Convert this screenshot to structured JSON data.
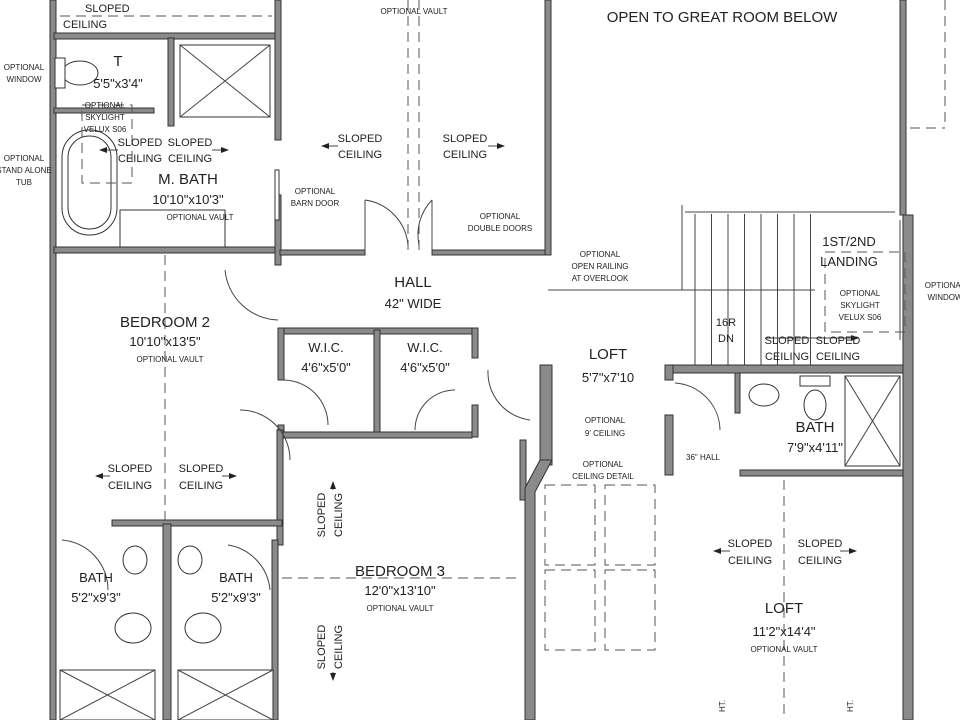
{
  "plan": {
    "open_to_great_room": "OPEN TO GREAT ROOM BELOW",
    "top_left_sloped": "SLOPED",
    "top_left_ceiling": "CEILING",
    "top_vault": "OPTIONAL  VAULT",
    "optional_window_left": [
      "OPTIONAL",
      "WINDOW"
    ],
    "optional_tub": [
      "OPTIONAL",
      "STAND ALONE",
      "TUB"
    ],
    "toilet_room": {
      "name": "T",
      "dims": "5'5\"x3'4\""
    },
    "skylight_left": [
      "OPTIONAL",
      "SKYLIGHT",
      "VELUX  S06"
    ],
    "master_bath": {
      "name": "M. BATH",
      "dims": "10'10\"x10'3\"",
      "note": "OPTIONAL VAULT"
    },
    "barn_door": [
      "OPTIONAL",
      "BARN DOOR"
    ],
    "double_doors": [
      "OPTIONAL",
      "DOUBLE DOORS"
    ],
    "hall": {
      "name": "HALL",
      "dims": "42\"  WIDE"
    },
    "open_railing": [
      "OPTIONAL",
      "OPEN RAILING",
      "AT OVERLOOK"
    ],
    "landing": {
      "name1": "1ST/2ND",
      "name2": "LANDING"
    },
    "skylight_right": [
      "OPTIONAL",
      "SKYLIGHT",
      "VELUX  S06"
    ],
    "optional_window_right": [
      "OPTIONAL",
      "WINDOW"
    ],
    "stairs": {
      "risers": "16R",
      "dir": "DN"
    },
    "bedroom2": {
      "name": "BEDROOM  2",
      "dims": "10'10\"x13'5\"",
      "note": "OPTIONAL  VAULT"
    },
    "wic1": {
      "name": "W.I.C.",
      "dims": "4'6\"x5'0\""
    },
    "wic2": {
      "name": "W.I.C.",
      "dims": "4'6\"x5'0\""
    },
    "loft_small": {
      "name": "LOFT",
      "dims": "5'7\"x7'10",
      "note1": "OPTIONAL",
      "note2": "9' CEILING"
    },
    "ceiling_detail": [
      "OPTIONAL",
      "CEILING DETAIL"
    ],
    "hall36": "36\"  HALL",
    "bath_right": {
      "name": "BATH",
      "dims": "7'9\"x4'11\""
    },
    "bath_left1": {
      "name": "BATH",
      "dims": "5'2\"x9'3\""
    },
    "bath_left2": {
      "name": "BATH",
      "dims": "5'2\"x9'3\""
    },
    "bedroom3": {
      "name": "BEDROOM  3",
      "dims": "12'0\"x13'10\"",
      "note": "OPTIONAL  VAULT"
    },
    "loft_large": {
      "name": "LOFT",
      "dims": "11'2\"x14'4\"",
      "note": "OPTIONAL  VAULT"
    },
    "sloped": "SLOPED",
    "ceiling": "CEILING",
    "ht": "HT."
  }
}
